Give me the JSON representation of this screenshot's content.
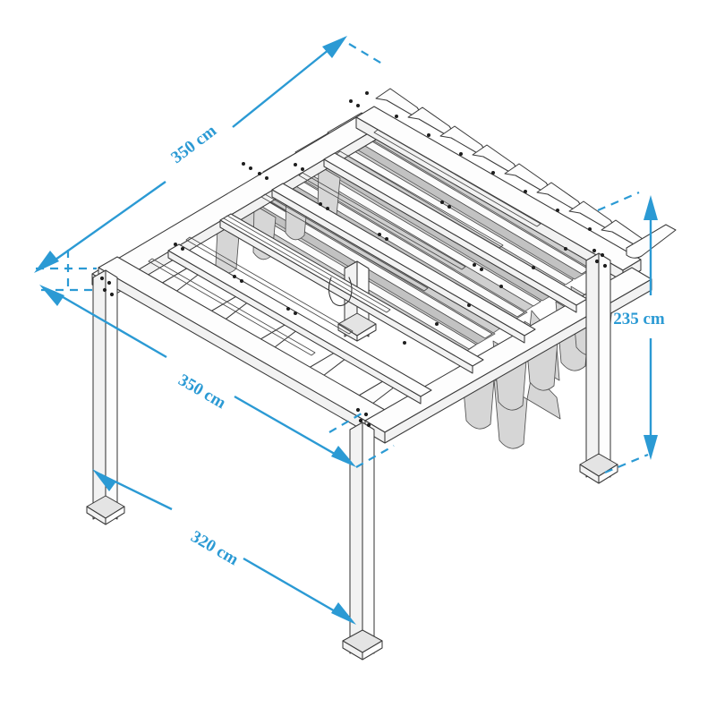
{
  "drawing": {
    "type": "isometric-technical-drawing",
    "subject": "pergola-with-retractable-canopy",
    "background_color": "#ffffff",
    "dimension_color": "#2b9ad4",
    "structure_line_color": "#3a3a3a",
    "canopy_fabric_color": "#cfcfcf",
    "frame_face_color": "#fdfdfd"
  },
  "dimensions": {
    "depth_top": {
      "label": "350 cm",
      "value": 350,
      "unit": "cm",
      "orientation": "diagonal-upper-left",
      "arrow_style": "double-arrow-with-dashed-extensions"
    },
    "width_mid": {
      "label": "350 cm",
      "value": 350,
      "unit": "cm",
      "orientation": "diagonal-lower-right",
      "arrow_style": "double-arrow-with-dashed-extensions"
    },
    "span_bottom": {
      "label": "320 cm",
      "value": 320,
      "unit": "cm",
      "orientation": "diagonal-post-to-post",
      "arrow_style": "double-arrow"
    },
    "height_right": {
      "label": "235 cm",
      "value": 235,
      "unit": "cm",
      "orientation": "vertical",
      "arrow_style": "double-arrow-with-dashed-extensions"
    }
  },
  "structure": {
    "posts": [
      {
        "name": "post-front",
        "position": "front-center"
      },
      {
        "name": "post-left",
        "position": "left"
      },
      {
        "name": "post-right",
        "position": "right"
      },
      {
        "name": "post-rear",
        "position": "rear-center-hidden"
      }
    ],
    "post_count": 4,
    "rafter_tails_right_count": 8,
    "rafter_tails_left_count": 7,
    "canopy_ribs_count": 14,
    "scallops_count": 9,
    "base_plate": "square-flat-foot"
  }
}
